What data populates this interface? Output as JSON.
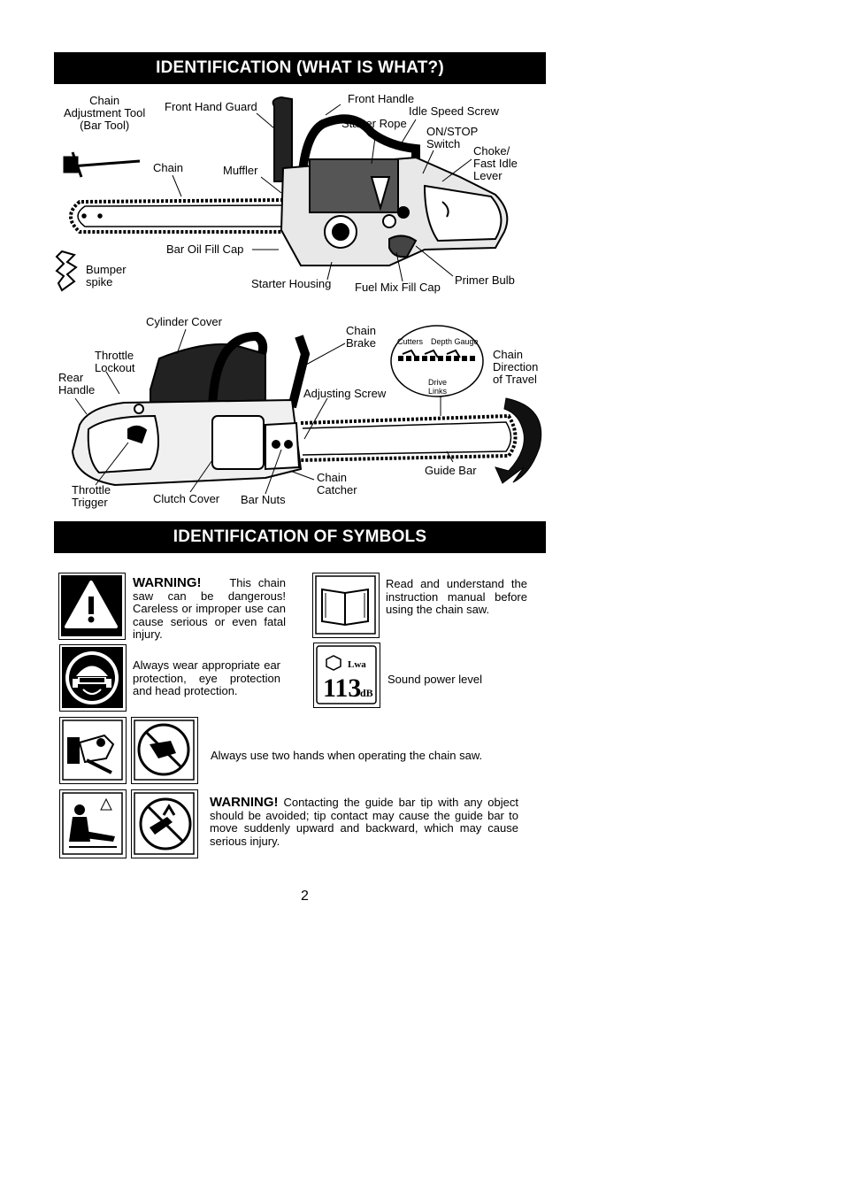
{
  "section1": {
    "title": "IDENTIFICATION  (WHAT IS WHAT?)"
  },
  "section2": {
    "title": "IDENTIFICATION OF SYMBOLS"
  },
  "labels_top": {
    "chain_adjustment_tool": "Chain\nAdjustment Tool\n(Bar Tool)",
    "front_hand_guard": "Front Hand Guard",
    "front_handle": "Front Handle",
    "idle_speed_screw": "Idle Speed Screw",
    "starter_rope": "Starter Rope",
    "on_stop_switch": "ON/STOP\nSwitch",
    "choke": "Choke/\nFast Idle\nLever",
    "chain": "Chain",
    "muffler": "Muffler",
    "bar_oil_fill_cap": "Bar Oil Fill Cap",
    "bumper_spike": "Bumper\nspike",
    "starter_housing": "Starter Housing",
    "fuel_mix_fill_cap": "Fuel Mix Fill Cap",
    "primer_bulb": "Primer Bulb"
  },
  "labels_bottom": {
    "cylinder_cover": "Cylinder Cover",
    "chain_brake": "Chain\nBrake",
    "throttle_lockout": "Throttle\nLockout",
    "rear_handle": "Rear\nHandle",
    "adjusting_screw": "Adjusting Screw",
    "chain_direction": "Chain\nDirection\nof Travel",
    "cutters": "Cutters",
    "depth_gauge": "Depth Gauge",
    "drive_links": "Drive\nLinks",
    "guide_bar": "Guide Bar",
    "chain_catcher": "Chain\nCatcher",
    "throttle_trigger": "Throttle\nTrigger",
    "clutch_cover": "Clutch Cover",
    "bar_nuts": "Bar Nuts"
  },
  "symbols": {
    "warning1_head": "WARNING!",
    "warning1_text": "This chain saw can be dangerous! Careless or improper use can cause serious or even fatal injury.",
    "read_manual": "Read and understand the instruction manual before using the chain saw.",
    "protection": "Always wear appropriate ear protection, eye protection and head protection.",
    "sound_power": "Sound power level",
    "sound_value": "113",
    "sound_unit": "dB",
    "sound_lwa": "Lwa",
    "two_hands": "Always use two hands when operating the chain saw.",
    "warning2_head": "WARNING!",
    "warning2_text": "Contacting the guide bar tip with any object should be avoided; tip contact may cause the guide bar to move suddenly upward and backward, which may cause serious injury."
  },
  "page_number": "2"
}
